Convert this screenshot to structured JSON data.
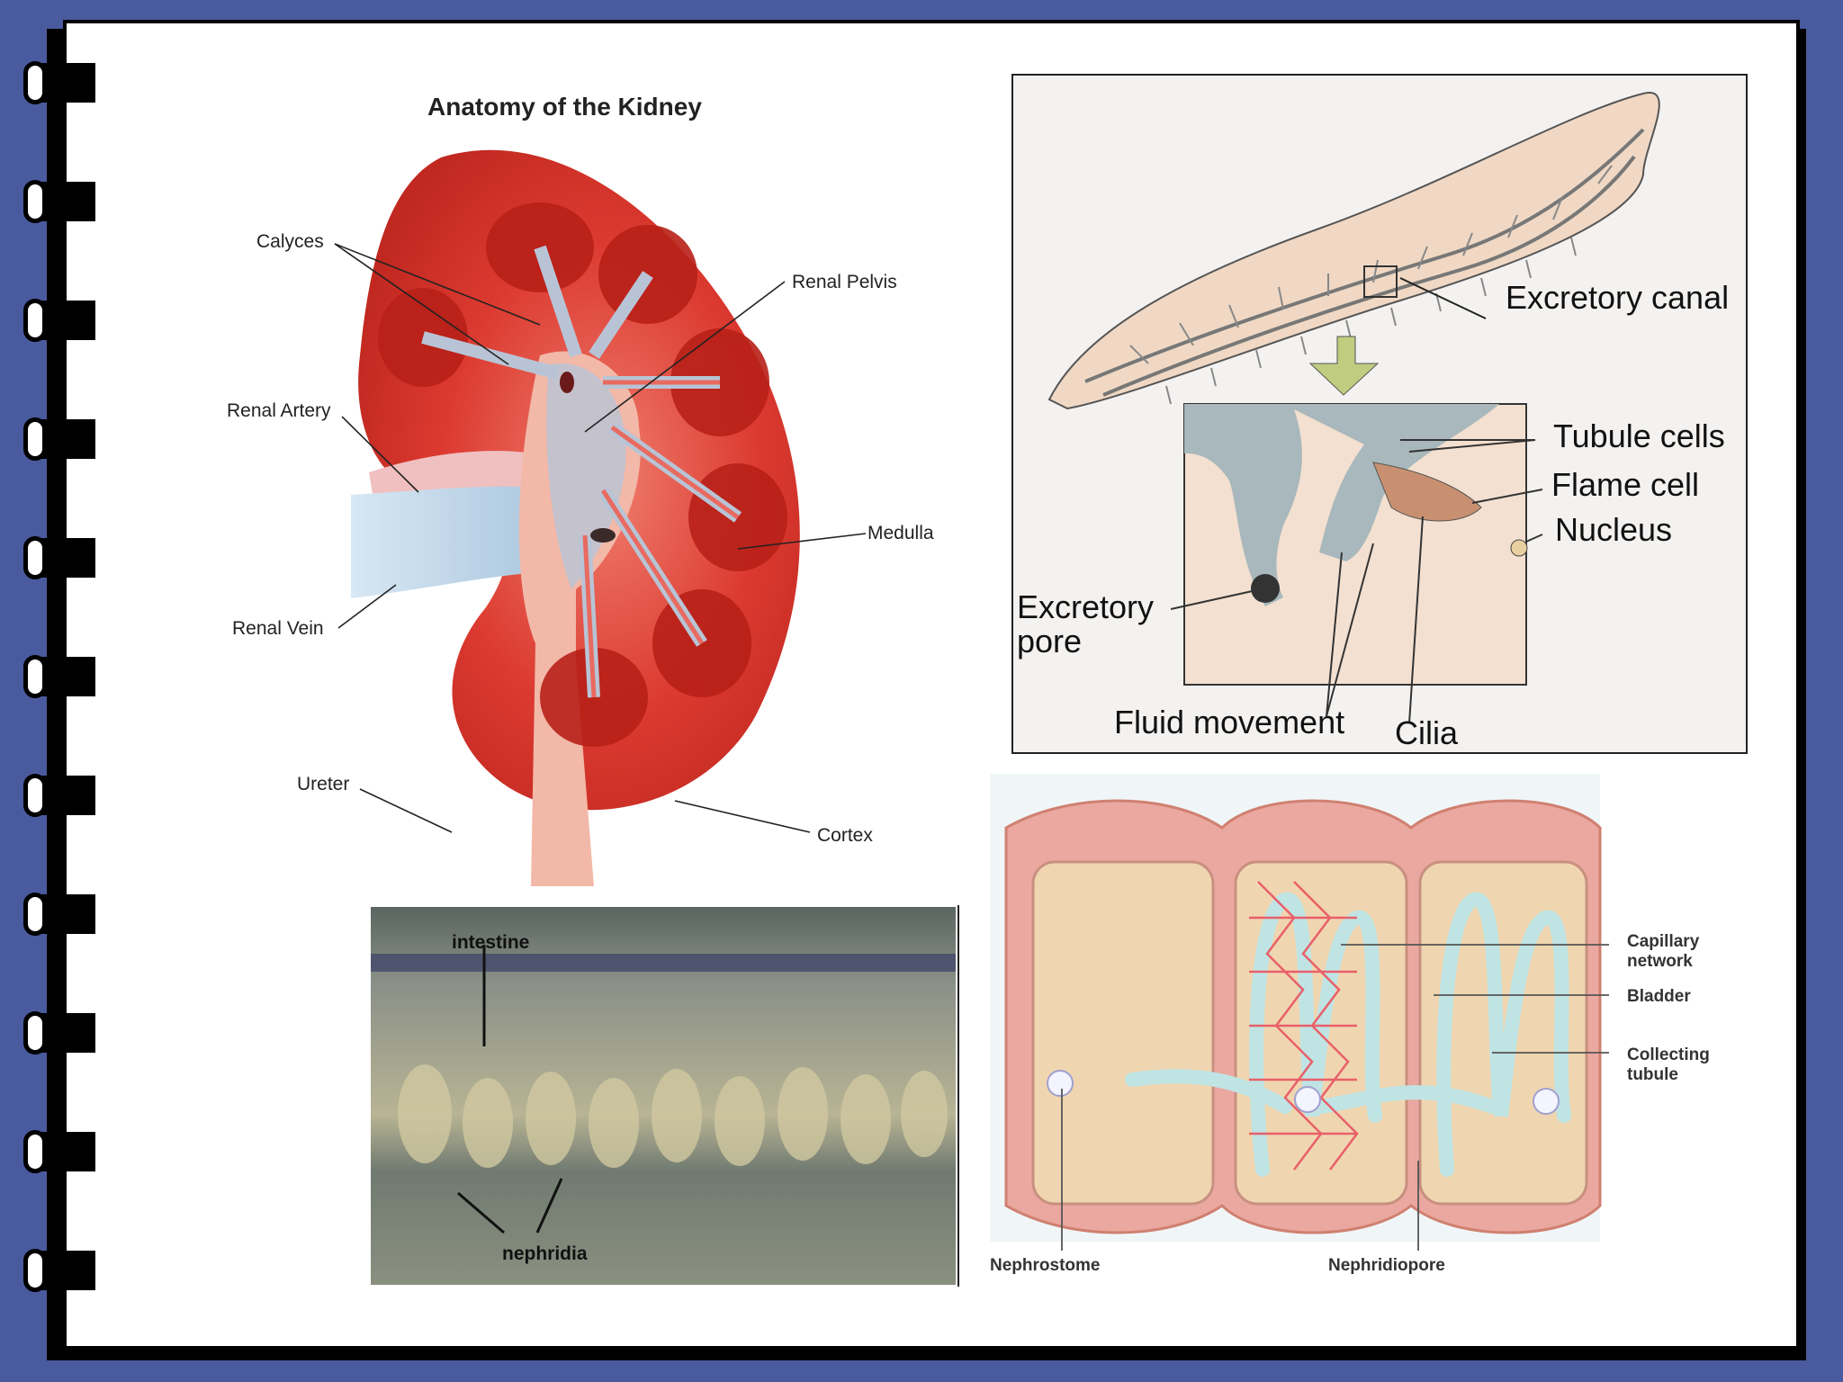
{
  "kidney": {
    "title": "Anatomy of the Kidney",
    "labels": {
      "calyces": "Calyces",
      "renal_pelvis": "Renal Pelvis",
      "renal_artery": "Renal Artery",
      "medulla": "Medulla",
      "renal_vein": "Renal Vein",
      "ureter": "Ureter",
      "cortex": "Cortex"
    }
  },
  "flatworm": {
    "labels": {
      "excretory_canal": "Excretory canal",
      "tubule_cells": "Tubule cells",
      "flame_cell": "Flame cell",
      "nucleus": "Nucleus",
      "excretory_pore_1": "Excretory",
      "excretory_pore_2": "pore",
      "fluid_movement": "Fluid movement",
      "cilia": "Cilia"
    }
  },
  "earthworm_photo": {
    "labels": {
      "intestine": "intestine",
      "nephridia": "nephridia"
    }
  },
  "nephridium": {
    "labels": {
      "capillary_1": "Capillary",
      "capillary_2": "network",
      "bladder": "Bladder",
      "collecting_1": "Collecting",
      "collecting_2": "tubule",
      "nephrostome": "Nephrostome",
      "nephridiopore": "Nephridiopore"
    }
  },
  "colors": {
    "background": "#4a5a9e",
    "kidney_red": "#d8332c",
    "tubule_blue": "#bfe0e0"
  }
}
